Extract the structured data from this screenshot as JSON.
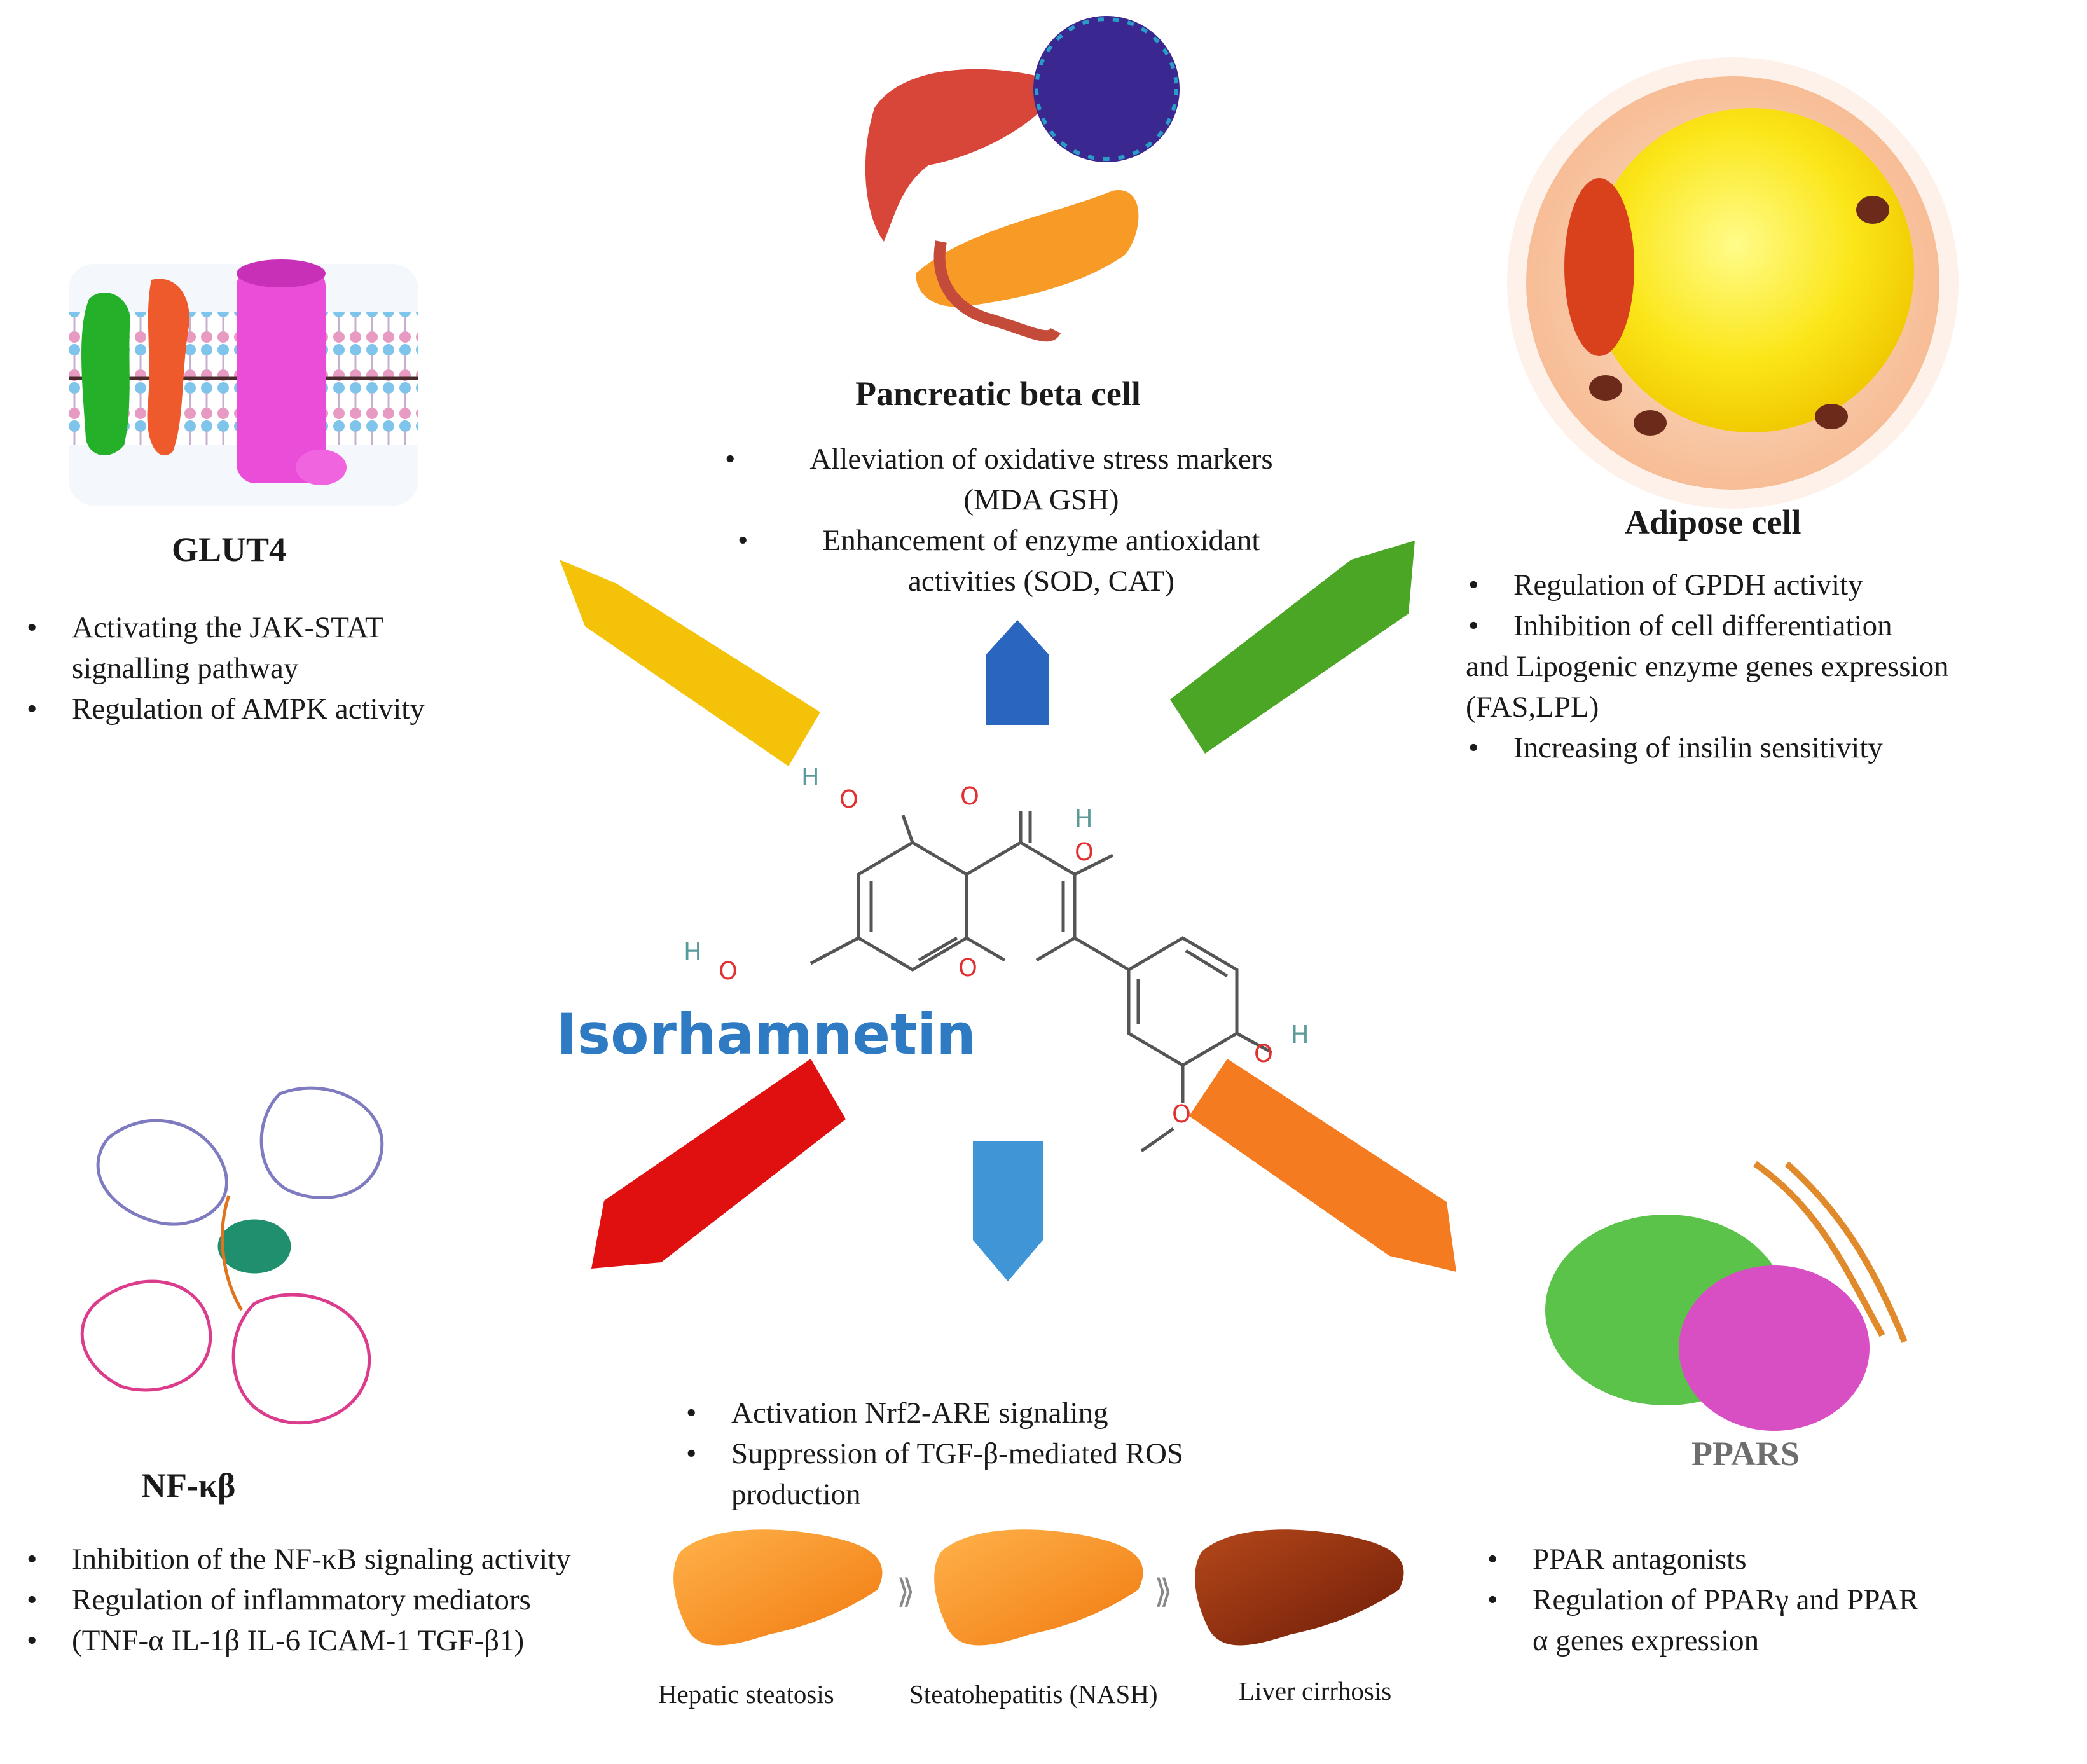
{
  "compound": {
    "name": "Isorhamnetin"
  },
  "glut4": {
    "title": "GLUT4",
    "bullets": [
      "Activating the JAK-STAT signalling pathway",
      "Regulation of AMPK activity"
    ]
  },
  "pancreas": {
    "title": "Pancreatic beta cell",
    "bullets": [
      "Alleviation of oxidative stress markers (MDA GSH)",
      "Enhancement of enzyme antioxidant activities (SOD, CAT)"
    ]
  },
  "adipose": {
    "title": "Adipose cell",
    "bullets": [
      "Regulation of GPDH activity",
      "Inhibition of cell differentiation",
      "Increasing of insilin sensitivity"
    ],
    "continuation": "and Lipogenic enzyme genes expression (FAS,LPL)"
  },
  "nfkb": {
    "title": "NF-κβ",
    "bullets": [
      "Inhibition of the NF-κB signaling activity",
      "Regulation of inflammatory mediators",
      "(TNF-α IL-1β IL-6 ICAM-1 TGF-β1)"
    ]
  },
  "liver": {
    "bullets": [
      "Activation Nrf2-ARE signaling",
      "Suppression of TGF-β-mediated ROS production"
    ],
    "stages": [
      "Hepatic steatosis",
      "Steatohepatitis (NASH)",
      "Liver cirrhosis"
    ]
  },
  "ppars": {
    "title": "PPARS",
    "bullets": [
      "PPAR antagonists",
      "Regulation of PPARγ and PPAR α genes expression"
    ]
  },
  "structure": {
    "atoms": {
      "O": "O",
      "H": "H"
    }
  },
  "colors": {
    "compound_text": "#2e7bc4",
    "arrow_yellow": "#f5c20a",
    "arrow_blue_up": "#2a66c0",
    "arrow_green": "#4aa624",
    "arrow_red": "#e01010",
    "arrow_blue_down": "#3f95d6",
    "arrow_orange": "#f57b20",
    "oxygen": "#e23030",
    "hydrogen": "#5a9a9a",
    "ppars_title": "#6e6e6e"
  }
}
